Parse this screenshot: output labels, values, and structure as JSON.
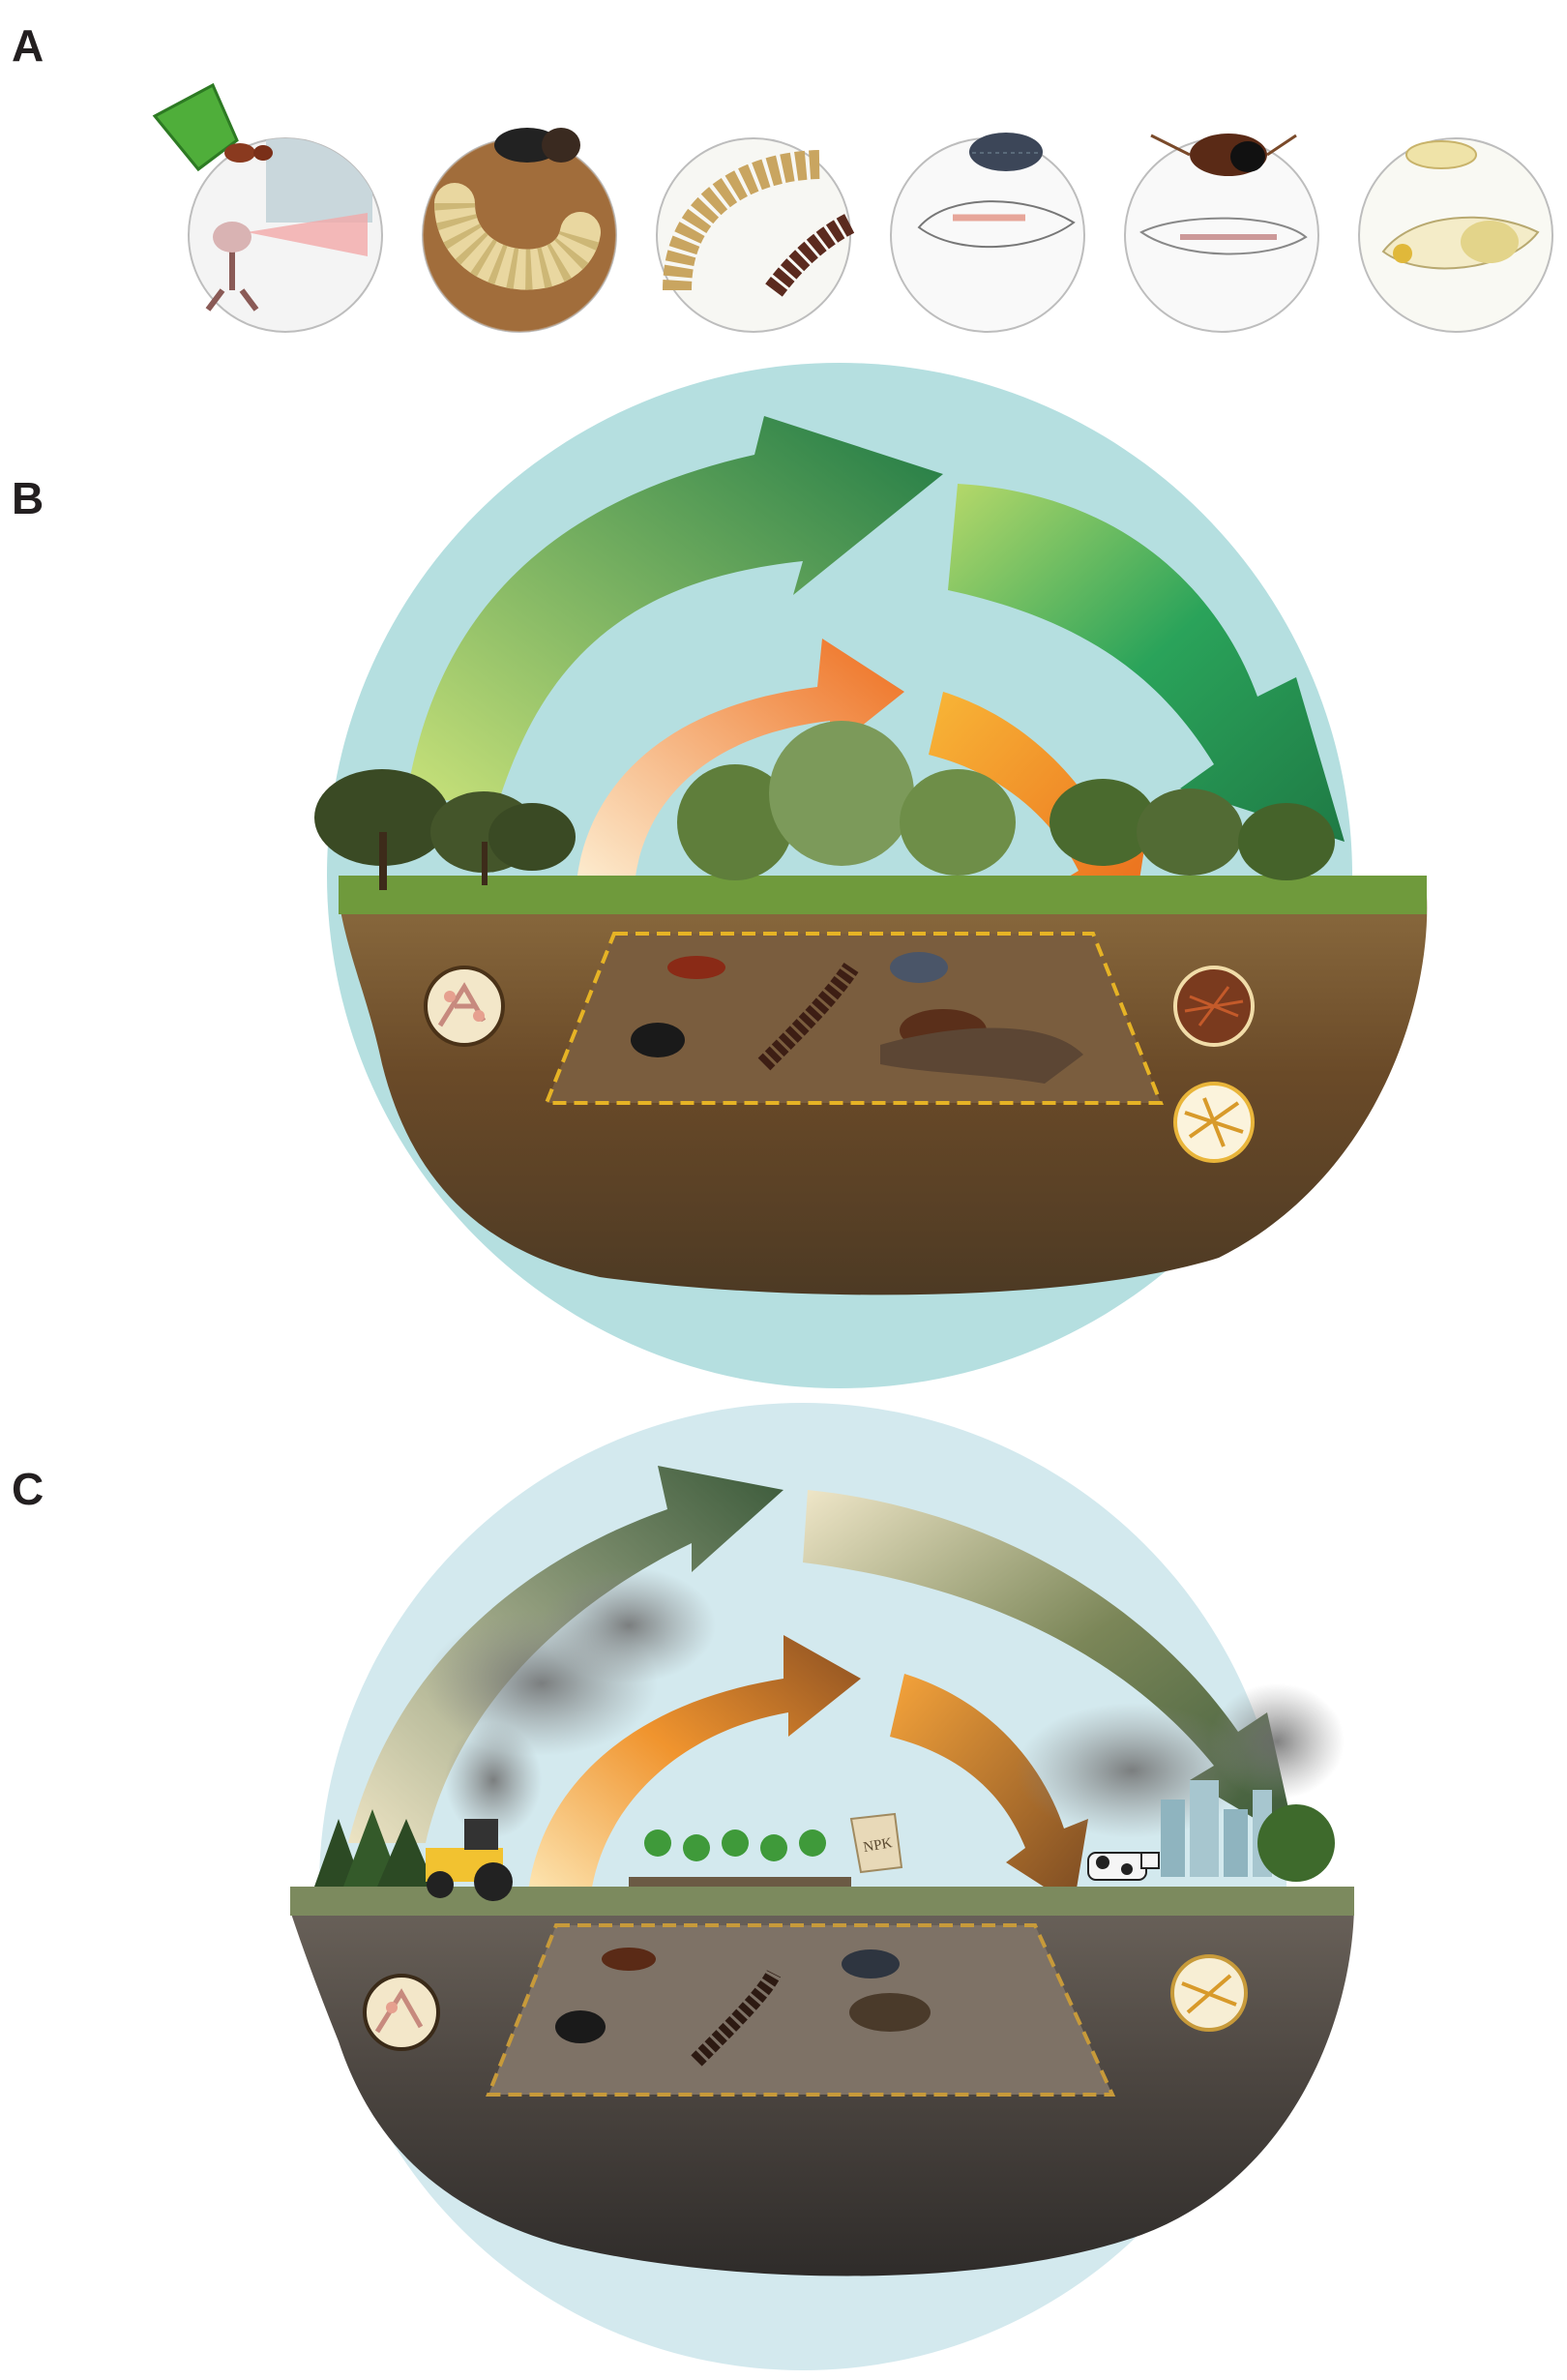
{
  "panels": {
    "a": {
      "label": "A"
    },
    "b": {
      "label": "B"
    },
    "c": {
      "label": "C"
    }
  },
  "panel_c": {
    "fertilizer_bag_text": "NPK"
  },
  "colors": {
    "healthy_arrow_dark": "#1f7a45",
    "healthy_arrow_light": "#a6d15a",
    "inner_arrow_orange": "#ee6f1f",
    "inner_arrow_light": "#fdf0d5",
    "degraded_arrow_dark": "#3b5a3a",
    "degraded_arrow_light": "#e8dfc0",
    "degraded_inner_brown": "#8a4f22",
    "sky_b": "#b5dfe0",
    "sky_c": "#d3e9ee",
    "soil_b": "#6e4e2a",
    "soil_c": "#4a443f",
    "dashed_box": "#e6b325"
  },
  "icons": [
    "leafcutter-ant-icon",
    "beetle-larva-icon",
    "millipede-icon",
    "isopod-icon",
    "cockroach-icon",
    "termite-icon",
    "fungal-hyphae-icon",
    "root-network-icon",
    "tractor-icon",
    "cow-icon",
    "smoke-plume-icon",
    "city-skyline-icon"
  ]
}
